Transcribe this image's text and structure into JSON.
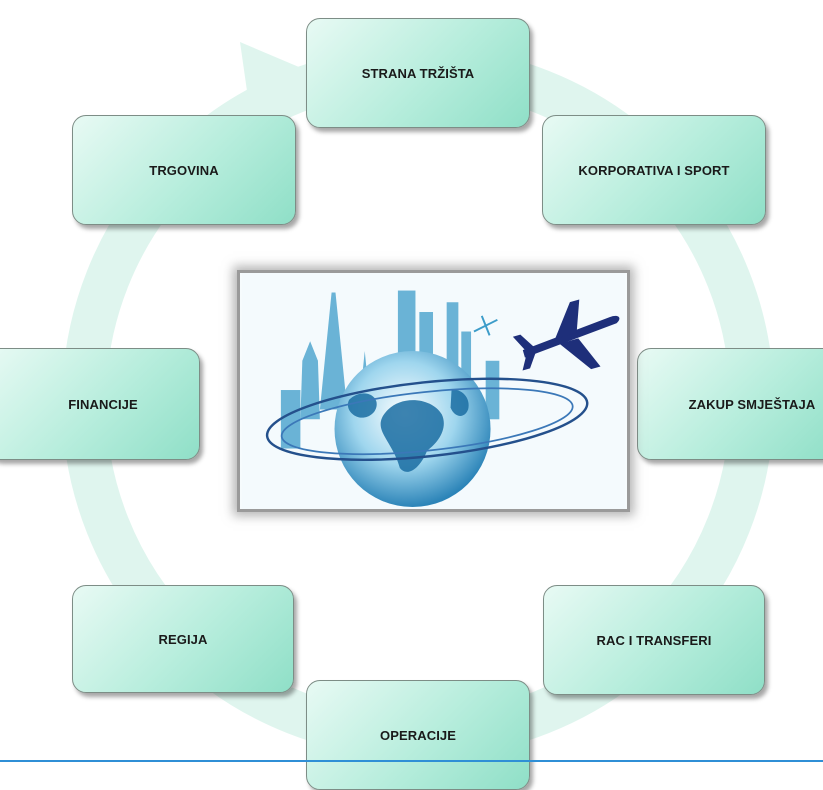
{
  "diagram": {
    "nodes": [
      {
        "id": "strana",
        "label": "STRANA TRŽIŠTA"
      },
      {
        "id": "korp",
        "label": "KORPORATIVA I SPORT"
      },
      {
        "id": "zakup",
        "label": "ZAKUP SMJEŠTAJA"
      },
      {
        "id": "rac",
        "label": "RAC I TRANSFERI"
      },
      {
        "id": "oper",
        "label": "OPERACIJE"
      },
      {
        "id": "regija",
        "label": "REGIJA"
      },
      {
        "id": "fin",
        "label": "FINANCIJE"
      },
      {
        "id": "trg",
        "label": "TRGOVINA"
      }
    ],
    "center_image": "globe-travel-illustration",
    "colors": {
      "node_fill": "#b6eddc",
      "ring": "#dff5ee",
      "accent_line": "#2f8fd6"
    }
  }
}
